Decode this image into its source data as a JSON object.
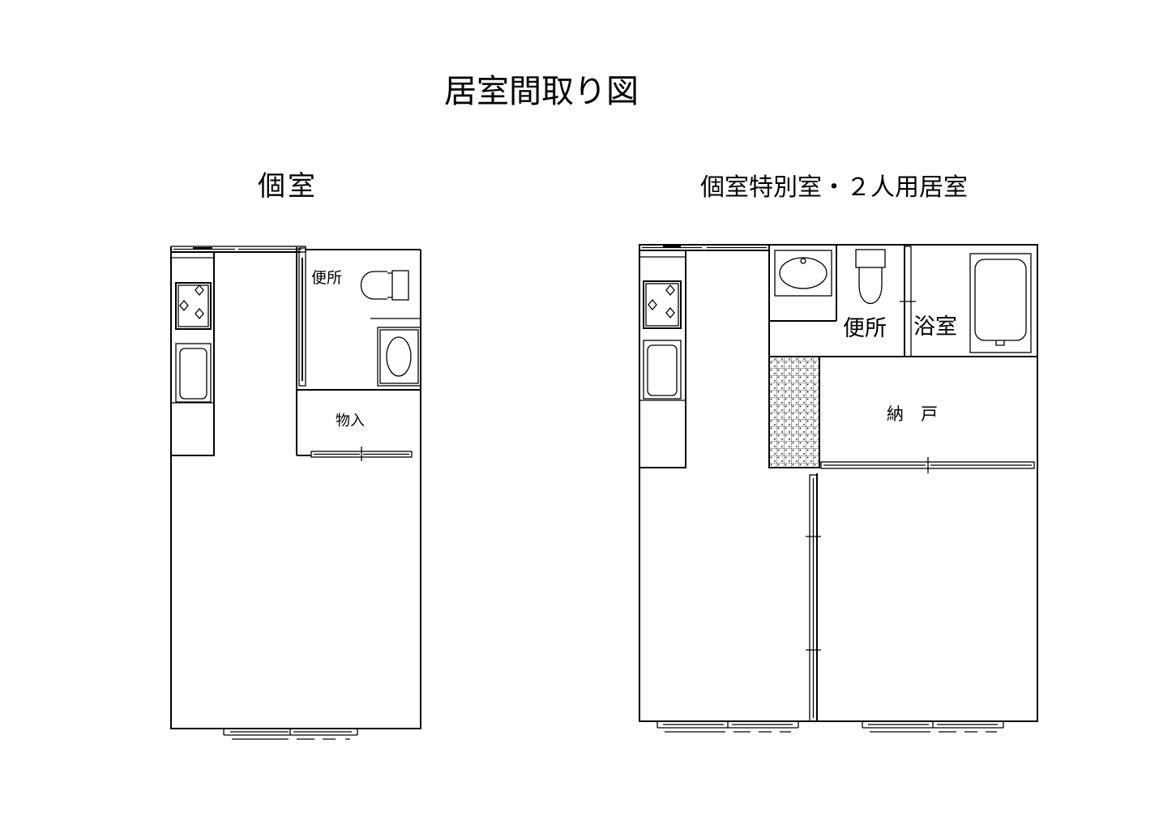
{
  "title": "居室間取り図",
  "single_room": {
    "heading": "個室",
    "labels": {
      "toilet": "便所",
      "storage": "物入"
    }
  },
  "special_room": {
    "heading": "個室特別室・２人用居室",
    "labels": {
      "toilet": "便所",
      "bath": "浴室",
      "closet": "納　戸"
    }
  },
  "colors": {
    "line": "#000000",
    "background": "#ffffff"
  }
}
